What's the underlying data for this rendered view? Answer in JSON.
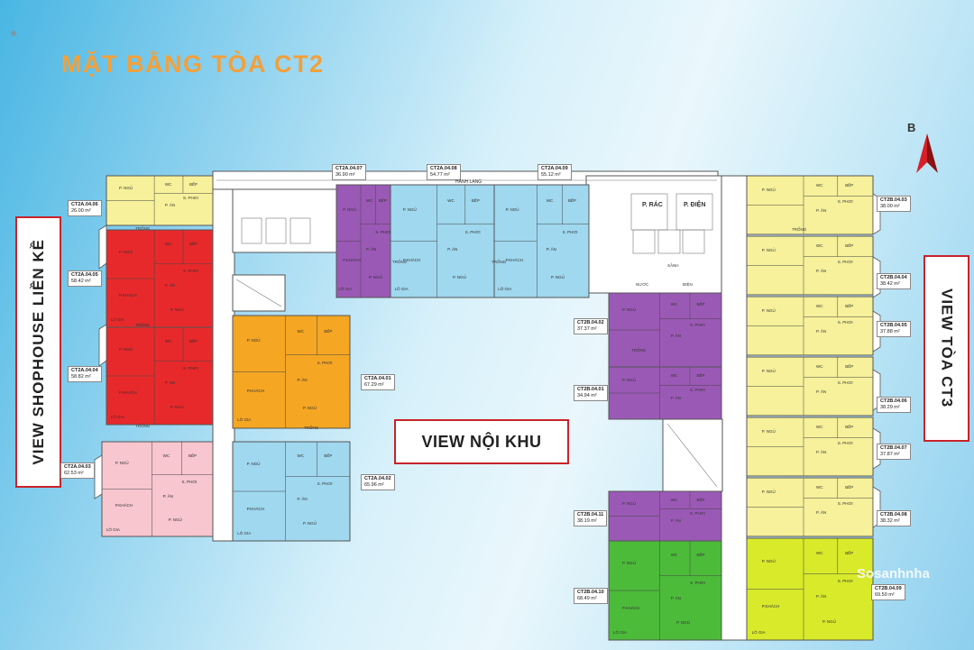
{
  "title": "MẶT BẰNG TÒA CT2",
  "views": {
    "left": "VIEW SHOPHOUSE LIỀN KỀ",
    "right": "VIEW TÒA CT3",
    "center": "VIEW NỘI KHU"
  },
  "compass": "B",
  "common": {
    "hallway": "HÀNH LANG",
    "trash": "P. RÁC",
    "electric": "P. ĐIỆN",
    "well": "TRỐNG",
    "lobby": "SẢNH",
    "water": "NƯỚC",
    "elec_short": "ĐIỆN"
  },
  "units": [
    {
      "code": "CT2A.04.06",
      "area": "26.00 m²",
      "color": "#f6f19a"
    },
    {
      "code": "CT2A.04.05",
      "area": "58.42 m²",
      "color": "#e8292b"
    },
    {
      "code": "CT2A.04.04",
      "area": "58.82 m²",
      "color": "#e8292b"
    },
    {
      "code": "CT2A.04.03",
      "area": "62.53 m²",
      "color": "#f7c6cf"
    },
    {
      "code": "CT2A.04.07",
      "area": "36.90 m²",
      "color": "#9b59b6"
    },
    {
      "code": "CT2A.04.08",
      "area": "54.77 m²",
      "color": "#9fd8ef"
    },
    {
      "code": "CT2A.04.09",
      "area": "55.12 m²",
      "color": "#9fd8ef"
    },
    {
      "code": "CT2A.04.01",
      "area": "67.29 m²",
      "color": "#f5a623"
    },
    {
      "code": "CT2A.04.02",
      "area": "65.96 m²",
      "color": "#9fd8ef"
    },
    {
      "code": "CT2B.04.02",
      "area": "37.37 m²",
      "color": "#9b59b6"
    },
    {
      "code": "CT2B.04.01",
      "area": "34.94 m²",
      "color": "#9b59b6"
    },
    {
      "code": "CT2B.04.11",
      "area": "38.19 m²",
      "color": "#9b59b6"
    },
    {
      "code": "CT2B.04.10",
      "area": "68.49 m²",
      "color": "#4cbb3a"
    },
    {
      "code": "CT2B.04.03",
      "area": "38.00 m²",
      "color": "#f6f19a"
    },
    {
      "code": "CT2B.04.04",
      "area": "38.42 m²",
      "color": "#f6f19a"
    },
    {
      "code": "CT2B.04.05",
      "area": "37.88 m²",
      "color": "#f6f19a"
    },
    {
      "code": "CT2B.04.06",
      "area": "38.29 m²",
      "color": "#f6f19a"
    },
    {
      "code": "CT2B.04.07",
      "area": "37.87 m²",
      "color": "#f6f19a"
    },
    {
      "code": "CT2B.04.08",
      "area": "38.32 m²",
      "color": "#f6f19a"
    },
    {
      "code": "CT2B.04.09",
      "area": "69.50 m²",
      "color": "#d8ea2a"
    }
  ],
  "rooms": {
    "bed": "P. NGỦ",
    "living": "P.KHÁCH",
    "dining": "P. ĂN",
    "kitchen": "BẾP",
    "wc": "WC",
    "loggia": "LÔ GIA",
    "wash": "S. PHƠI"
  },
  "watermark": "Sosanhnha"
}
